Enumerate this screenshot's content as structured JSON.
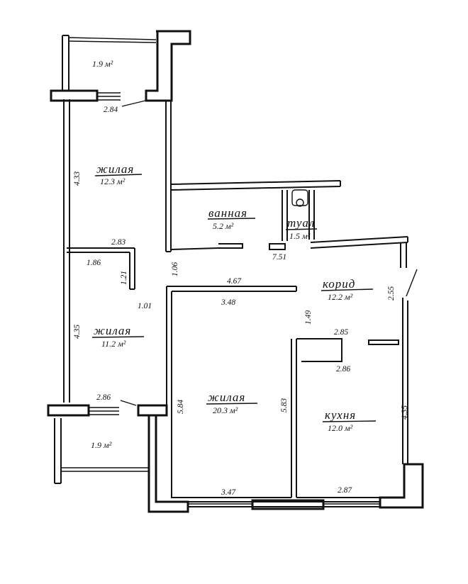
{
  "rooms": {
    "balcony_top": {
      "area": "1.9 м²"
    },
    "living_1": {
      "name": "жилая",
      "area": "12.3 м²"
    },
    "bathroom": {
      "name": "ванная",
      "area": "5.2 м²"
    },
    "toilet": {
      "name": "туал",
      "area": "1.5 м²"
    },
    "corridor": {
      "name": "корид",
      "area": "12.2 м²"
    },
    "living_2": {
      "name": "жилая",
      "area": "11.2 м²"
    },
    "living_3": {
      "name": "жилая",
      "area": "20.3 м²"
    },
    "kitchen": {
      "name": "кухня",
      "area": "12.0 м²"
    },
    "balcony_bottom": {
      "area": "1.9 м²"
    }
  },
  "dimensions": {
    "top_balcony_width": "2.84",
    "living_1_height": "4.33",
    "living_2_top_width": "2.83",
    "living_2_wall_a": "1.86",
    "living_2_wall_b": "1.21",
    "opening_1": "1.01",
    "corridor_left": "1.06",
    "toilet_width": "7.51",
    "corridor_top": "4.67",
    "living_3_top": "3.48",
    "corridor_step": "1.49",
    "corridor_right": "2.55",
    "living_2_height": "4.35",
    "kitchen_niche_top": "2.85",
    "kitchen_niche_bottom": "2.86",
    "bottom_balcony_width": "2.86",
    "living_3_left": "5.84",
    "living_3_right": "5.83",
    "kitchen_right": "4.35",
    "living_3_bottom": "3.47",
    "kitchen_bottom": "2.87"
  }
}
